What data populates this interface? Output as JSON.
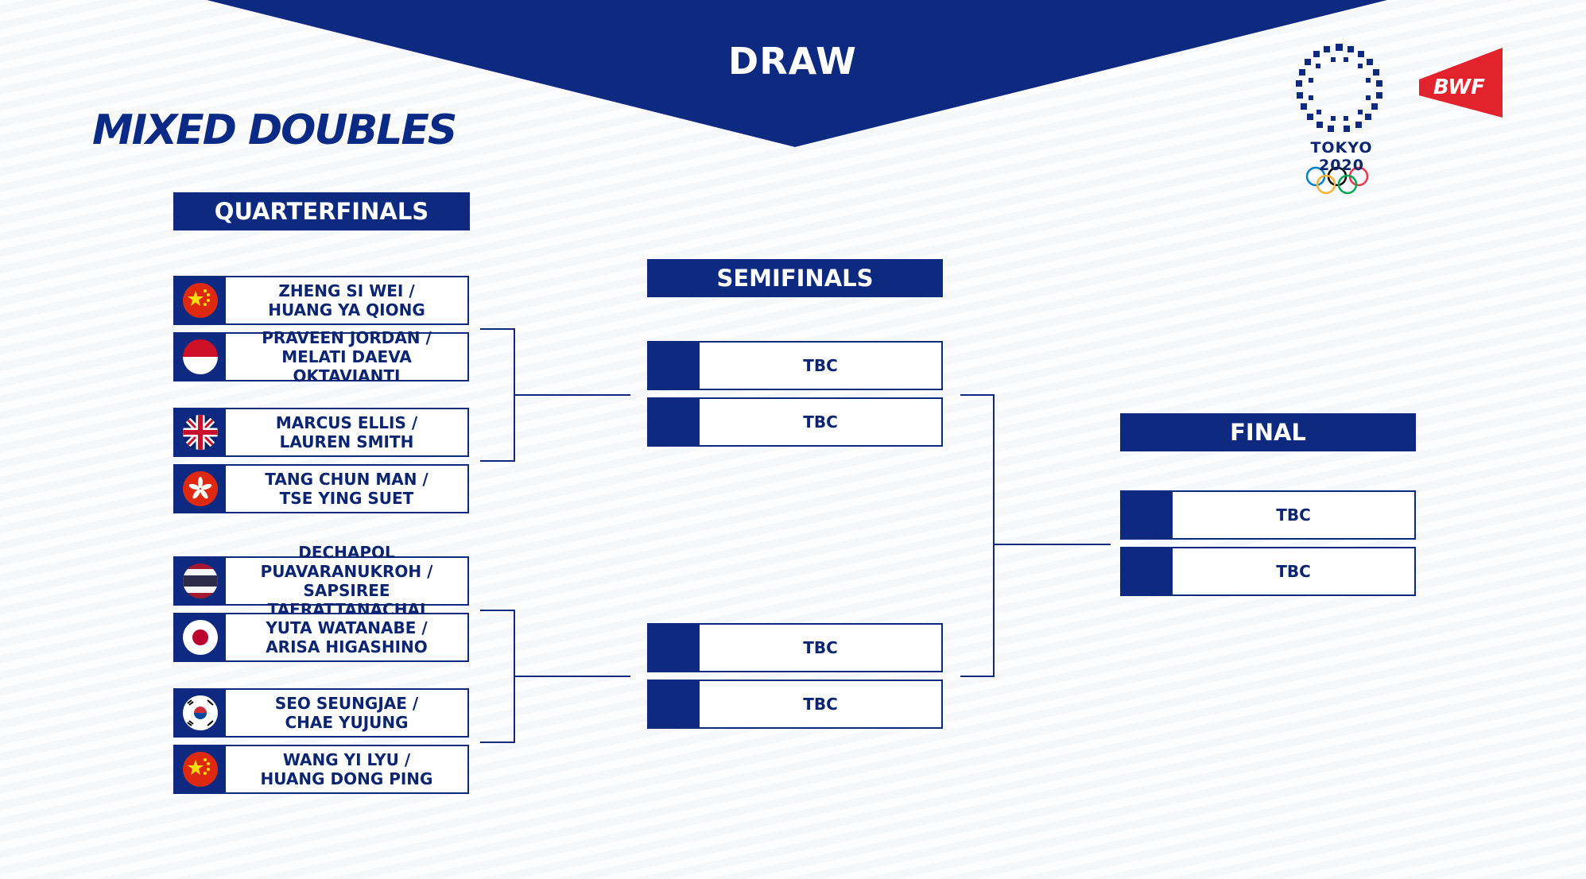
{
  "header": {
    "title": "DRAW"
  },
  "event": {
    "title": "MIXED DOUBLES"
  },
  "logos": {
    "olympic_label": "TOKYO 2020",
    "federation": "BWF"
  },
  "colors": {
    "navy": "#0e2a80",
    "bwf_red": "#e2232e"
  },
  "rounds": {
    "quarterfinals": {
      "label": "QUARTERFINALS",
      "entries": [
        {
          "line1": "ZHENG SI WEI /",
          "line2": "HUANG YA QIONG",
          "flag_icon": "china-flag-icon"
        },
        {
          "line1": "PRAVEEN JORDAN /",
          "line2": "MELATI DAEVA OKTAVIANTI",
          "flag_icon": "indonesia-flag-icon"
        },
        {
          "line1": "MARCUS ELLIS /",
          "line2": "LAUREN SMITH",
          "flag_icon": "great-britain-flag-icon"
        },
        {
          "line1": "TANG CHUN MAN /",
          "line2": "TSE YING SUET",
          "flag_icon": "hong-kong-flag-icon"
        },
        {
          "line1": "DECHAPOL PUAVARANUKROH /",
          "line2": "SAPSIREE TAERATTANACHAI",
          "flag_icon": "thailand-flag-icon"
        },
        {
          "line1": "YUTA WATANABE /",
          "line2": "ARISA HIGASHINO",
          "flag_icon": "japan-flag-icon"
        },
        {
          "line1": "SEO SEUNGJAE /",
          "line2": "CHAE YUJUNG",
          "flag_icon": "korea-flag-icon"
        },
        {
          "line1": "WANG YI LYU /",
          "line2": "HUANG DONG PING",
          "flag_icon": "china-flag-icon"
        }
      ]
    },
    "semifinals": {
      "label": "SEMIFINALS",
      "entries": [
        "TBC",
        "TBC",
        "TBC",
        "TBC"
      ]
    },
    "final": {
      "label": "FINAL",
      "entries": [
        "TBC",
        "TBC"
      ]
    }
  }
}
